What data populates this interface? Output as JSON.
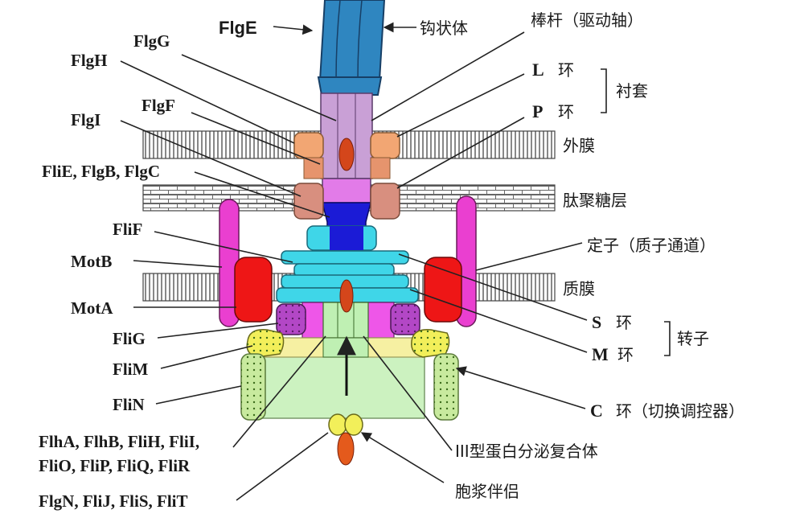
{
  "labels_left": {
    "flge": "FlgE",
    "flgg": "FlgG",
    "flgh": "FlgH",
    "flgf": "FlgF",
    "flgi": "FlgI",
    "flie_flgb_flgc": "FliE, FlgB, FlgC",
    "flif": "FliF",
    "motb": "MotB",
    "mota": "MotA",
    "flig": "FliG",
    "flim": "FliM",
    "flin": "FliN",
    "flha_line1": "FlhA, FlhB, FliH, FliI,",
    "flha_line2": "FliO, FliP, FliQ, FliR",
    "flgn_line": "FlgN, FliJ, FliS, FliT"
  },
  "labels_right": {
    "hook": "钩状体",
    "rod": "棒杆（驱动轴）",
    "l_letter": "L",
    "l_ring": "环",
    "p_letter": "P",
    "p_ring": "环",
    "bushing": "衬套",
    "outer_membrane": "外膜",
    "peptidoglycan": "肽聚糖层",
    "stator": "定子（质子通道）",
    "plasma_membrane": "质膜",
    "s_letter": "S",
    "s_ring": "环",
    "m_letter": "M",
    "m_ring": "环",
    "rotor": "转子",
    "c_letter": "C",
    "c_ring": "环（切换调控器）",
    "t3ss": "III型蛋白分泌复合体",
    "chaperone": "胞浆伴侣"
  },
  "colors": {
    "hook": "#2f86c0",
    "rod_upper": "#c9a0d6",
    "rod_mid": "#e27be8",
    "rod_low": "#1b1bd6",
    "l_ring": "#f2a673",
    "p_ring": "#d88f7f",
    "ms_ring": "#3fd6e8",
    "stator_pink": "#ea3fd0",
    "stator_red": "#ee1616",
    "c_ring": "#ccf2c0",
    "flig": "#b347c6",
    "yellow": "#f2ef5a",
    "membrane_hatch": "#555555",
    "chaperone_red": "#e45a1c"
  }
}
